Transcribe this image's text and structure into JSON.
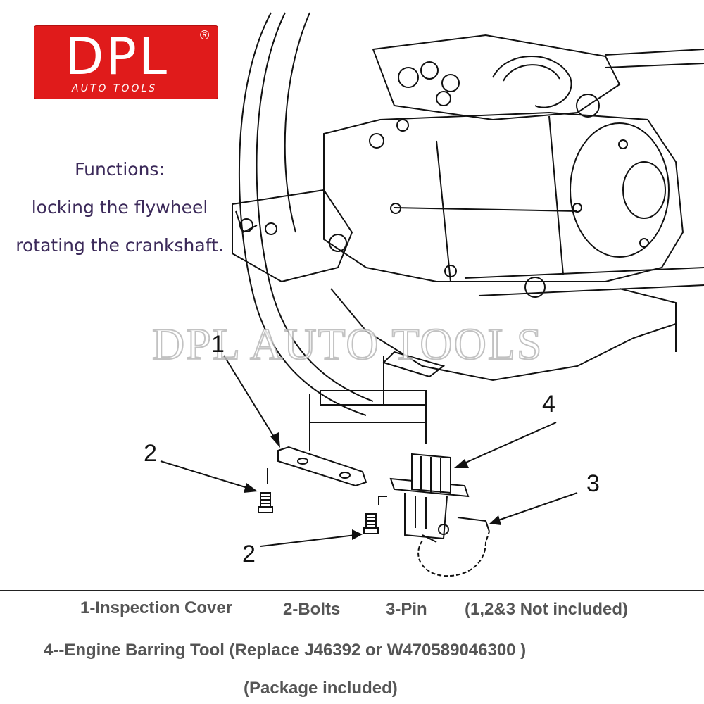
{
  "logo": {
    "main": "DPL",
    "registered": "®",
    "sub": "AUTO TOOLS"
  },
  "functions": {
    "heading": "Functions:",
    "line1": "locking the flywheel",
    "line2": "rotating the crankshaft."
  },
  "watermark": "DPL AUTO TOOLS",
  "callouts": {
    "c1": "1",
    "c2a": "2",
    "c2b": "2",
    "c3": "3",
    "c4": "4"
  },
  "legend": {
    "item1": "1-Inspection Cover",
    "item2": "2-Bolts",
    "item3": "3-Pin",
    "note": "(1,2&3 Not included)",
    "line2": "4--Engine Barring Tool (Replace J46392 or W470589046300 )",
    "line3": "(Package included)"
  },
  "colors": {
    "logo_bg": "#e01b1b",
    "functions_text": "#3c2a5a",
    "legend_text": "#555555"
  }
}
